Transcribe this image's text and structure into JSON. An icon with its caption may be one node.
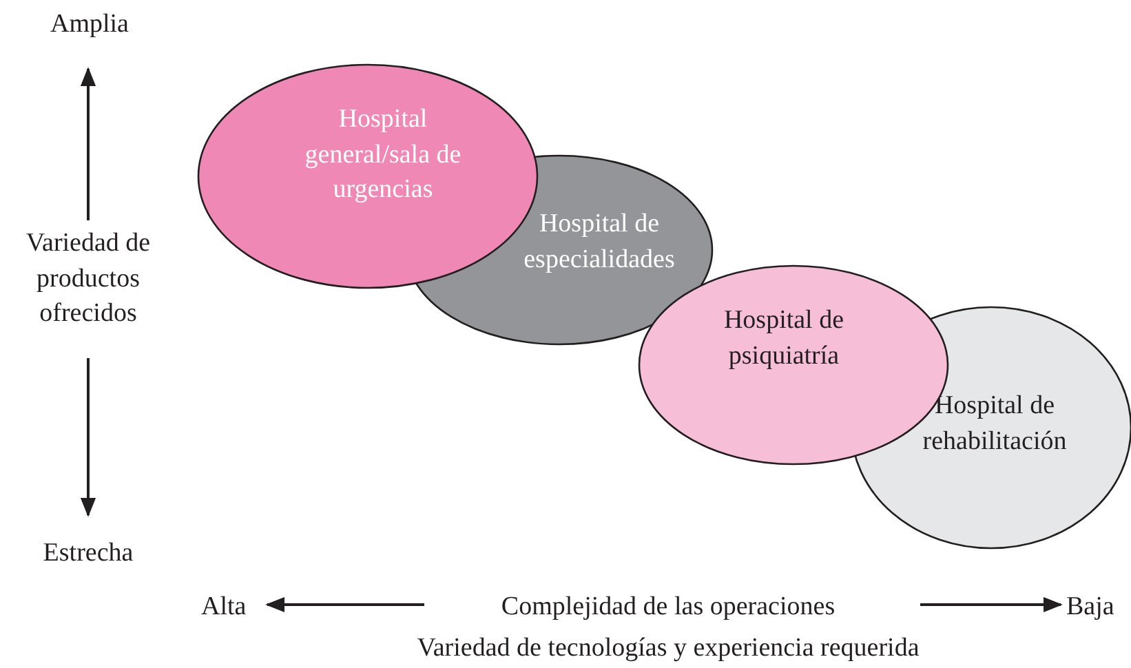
{
  "diagram": {
    "nodes": [
      {
        "text": [
          "Hospital general/sala de urgencias"
        ]
      },
      {
        "text": [
          "Hospital de especialidades"
        ]
      },
      {
        "text": [
          "Hospital de psiquiatría"
        ]
      },
      {
        "text": [
          "Hospital de rehabilitación"
        ]
      }
    ],
    "labels": [
      "Amplia",
      "Variedad de productos ofrecidos",
      "Estrecha",
      "Alta",
      "Complejidad de las operaciones",
      "Baja",
      "Variedad de tecnologías y experiencia requerida"
    ]
  }
}
